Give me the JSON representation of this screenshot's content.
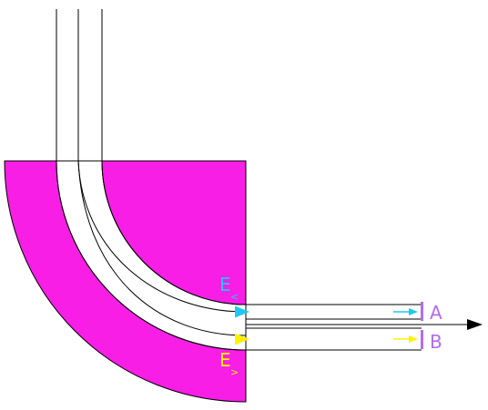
{
  "diagram": {
    "labels": {
      "e_lower_main": "E",
      "e_lower_sub": "<",
      "e_upper_main": "E",
      "e_upper_sub": ">",
      "detector_a": "A",
      "detector_b": "B"
    },
    "colors": {
      "magnet": "#f81ee6",
      "beam_lower_energy": "#1ec8f0",
      "beam_higher_energy": "#fff200",
      "detector": "#b36cf0",
      "outline": "#000000"
    }
  }
}
